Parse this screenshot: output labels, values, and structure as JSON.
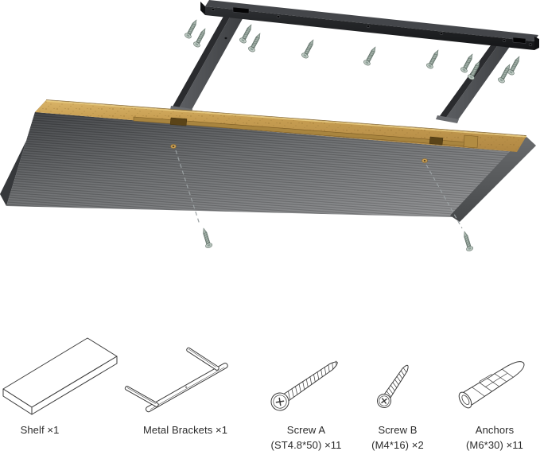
{
  "parts_list": {
    "items": [
      {
        "icon": "shelf-line-drawing",
        "label": "Shelf ×1",
        "spec": ""
      },
      {
        "icon": "metal-brackets-line-drawing",
        "label": "Metal Brackets ×1",
        "spec": ""
      },
      {
        "icon": "screw-a-line-drawing",
        "label": "Screw A",
        "spec": "(ST4.8*50) ×11"
      },
      {
        "icon": "screw-b-line-drawing",
        "label": "Screw B",
        "spec": "(M4*16) ×2"
      },
      {
        "icon": "anchor-line-drawing",
        "label": "Anchors",
        "spec": "(M6*30) ×11"
      }
    ]
  },
  "diagram": {
    "components": [
      "shelf-board",
      "wall-bracket-rail",
      "bracket-arms",
      "mounting-screws",
      "screw-guide-dashes"
    ],
    "screw_count_top": 11,
    "screw_count_bottom": 2
  },
  "colors": {
    "background": "#ffffff",
    "wood_edge": "#c59d52",
    "shelf_underside": "#6f7173",
    "bracket_black": "#1c1d1f",
    "screw_zinc": "#8fa098",
    "guide_dash": "#9aa0a2",
    "line_art": "#3a3a3a",
    "label_text": "#2b2b2b"
  }
}
